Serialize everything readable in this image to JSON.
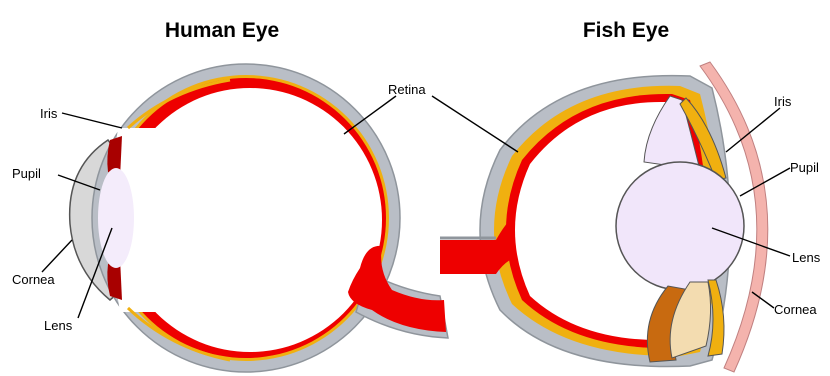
{
  "human_eye": {
    "title": "Human Eye",
    "labels": {
      "iris": "Iris",
      "pupil": "Pupil",
      "cornea": "Cornea",
      "lens": "Lens",
      "retina": "Retina"
    }
  },
  "fish_eye": {
    "title": "Fish Eye",
    "labels": {
      "iris": "Iris",
      "pupil": "Pupil",
      "lens": "Lens",
      "cornea": "Cornea"
    }
  },
  "colors": {
    "sclera_gray": "#b9bec6",
    "sclera_outline": "#8f959c",
    "choroid_yellow": "#f0b010",
    "retina_red": "#ee0000",
    "iris_darkred": "#a80000",
    "lens_lavender": "#f4ecfb",
    "fish_lens_fill": "#f1e6fa",
    "cornea_gray": "#d8d8d8",
    "cornea_pink": "#f4b3ad",
    "outline": "#555555",
    "tan": "#f3dcb0",
    "brown": "#c86a10"
  }
}
